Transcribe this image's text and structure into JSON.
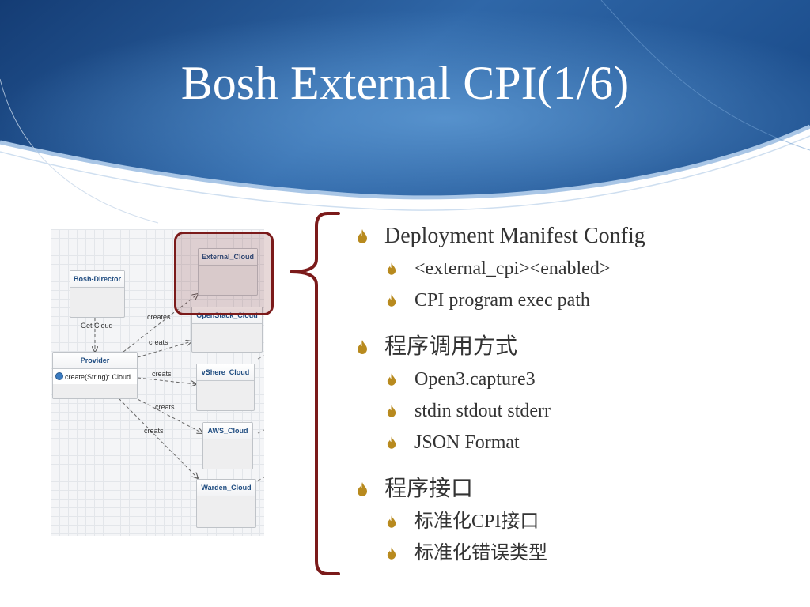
{
  "slide": {
    "title": "Bosh External CPI(1/6)"
  },
  "colors": {
    "header_dark": "#143c74",
    "header_light": "#3f7fc0",
    "accent_red": "#7b1a1a",
    "bullet_gold": "#b88a1e",
    "text": "#333333",
    "diagram_title_blue": "#1f4c80"
  },
  "diagram": {
    "boxes": {
      "bosh_director": "Bosh-Director",
      "provider": "Provider",
      "provider_op": "create(String): Cloud",
      "external_cloud": "External_Cloud",
      "openstack_cloud": "OpenStack_Cloud",
      "vshere_cloud": "vShere_Cloud",
      "aws_cloud": "AWS_Cloud",
      "warden_cloud": "Warden_Cloud"
    },
    "edges": {
      "get_cloud": "Get Cloud",
      "creates": "creates",
      "creats_1": "creats",
      "creats_2": "creats",
      "creats_3": "creats",
      "creats_4": "creats"
    }
  },
  "bullets": [
    {
      "level": 1,
      "text": "Deployment Manifest Config"
    },
    {
      "level": 2,
      "text": "<external_cpi><enabled>"
    },
    {
      "level": 2,
      "text": "CPI program exec path"
    },
    {
      "level": 1,
      "text": "程序调用方式"
    },
    {
      "level": 2,
      "text": "Open3.capture3"
    },
    {
      "level": 2,
      "text": "stdin stdout stderr"
    },
    {
      "level": 2,
      "text": "JSON Format"
    },
    {
      "level": 1,
      "text": "程序接口"
    },
    {
      "level": 2,
      "text": "标准化CPI接口"
    },
    {
      "level": 2,
      "text": "标准化错误类型"
    }
  ],
  "icons": {
    "bullet": "flame-bullet-icon",
    "operation": "method-globe-icon"
  }
}
